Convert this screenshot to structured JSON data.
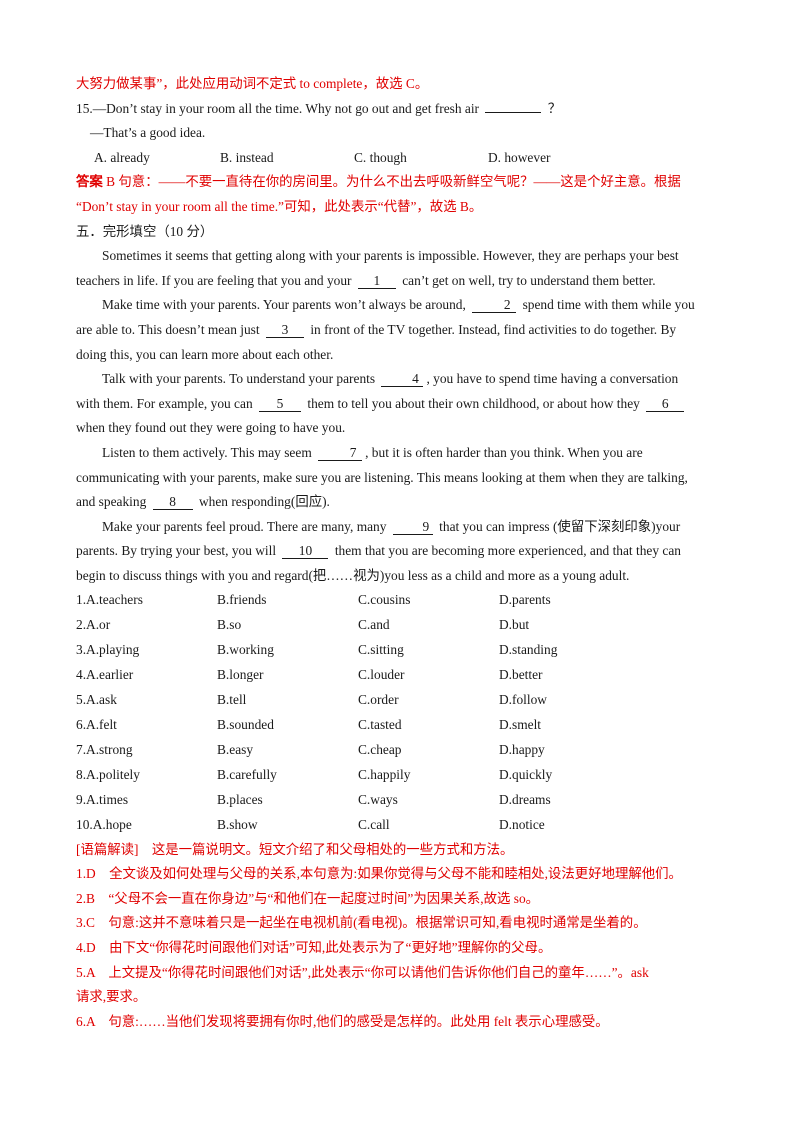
{
  "top_explanation": "大努力做某事”，此处应用动词不定式 to complete，故选 C。",
  "q15": {
    "question_a": "15.—Don’t stay in your room all the time. Why not go out and get fresh air",
    "question_b": "？",
    "reply": "—That’s a good idea.",
    "options": [
      "A. already",
      "B. instead",
      "C. though",
      "D. however"
    ],
    "answer_label": "答案",
    "answer_text": " B  句意：——不要一直待在你的房间里。为什么不出去呼吸新鲜空气呢？——这是个好主意。根据",
    "answer_text2": "“Don’t stay in your room all the time.”可知，此处表示“代替”，故选 B。"
  },
  "section_title": "五．完形填空（10 分）",
  "passage": {
    "p1a": "Sometimes it seems that getting along with your parents is impossible. However, they are perhaps your best",
    "p1b_pre": "teachers in life. If you are feeling that you and your",
    "p1b_post": "can’t get on well, try to understand them better.",
    "p2a_pre": "Make time with your parents. Your parents won’t always be around,",
    "p2a_post": "spend time with them while you",
    "p2b_pre": "are able to. This doesn’t mean just",
    "p2b_post": "in front of the TV together. Instead, find activities to do together. By",
    "p2c": "doing this, you can learn more about each other.",
    "p3a_pre": "Talk with your parents. To understand your parents",
    "p3a_post": ", you have to spend time having a conversation",
    "p3b_pre": "with them. For example, you can",
    "p3b_mid": "them to tell you about their own childhood, or about how they",
    "p3c": "when they found out they were going to have you.",
    "p4a_pre": "Listen to them actively. This may seem",
    "p4a_post": ", but it is often harder than you think. When you are",
    "p4b": "communicating with your parents, make sure you are listening. This means looking at them when they are talking,",
    "p4c_pre": "and speaking",
    "p4c_post": "when responding(回应).",
    "p5a_pre": "Make your parents feel proud. There are many, many",
    "p5a_post": "that you can impress (使留下深刻印象)your",
    "p5b_pre": "parents. By trying your best, you will",
    "p5b_post": "them that you are becoming more experienced, and that they can",
    "p5c": "begin to discuss things with you and regard(把……视为)you less as a child and more as a young adult.",
    "blanks": [
      "1",
      "2",
      "3",
      "4",
      "5",
      "6",
      "7",
      "8",
      "9",
      "10"
    ]
  },
  "choices": [
    [
      "1.A.teachers",
      "B.friends",
      "C.cousins",
      "D.parents"
    ],
    [
      "2.A.or",
      "B.so",
      "C.and",
      "D.but"
    ],
    [
      "3.A.playing",
      "B.working",
      "C.sitting",
      "D.standing"
    ],
    [
      "4.A.earlier",
      "B.longer",
      "C.louder",
      "D.better"
    ],
    [
      "5.A.ask",
      "B.tell",
      "C.order",
      "D.follow"
    ],
    [
      "6.A.felt",
      "B.sounded",
      "C.tasted",
      "D.smelt"
    ],
    [
      "7.A.strong",
      "B.easy",
      "C.cheap",
      "D.happy"
    ],
    [
      "8.A.politely",
      "B.carefully",
      "C.happily",
      "D.quickly"
    ],
    [
      "9.A.times",
      "B.places",
      "C.ways",
      "D.dreams"
    ],
    [
      "10.A.hope",
      "B.show",
      "C.call",
      "D.notice"
    ]
  ],
  "analysis": {
    "intro": "[语篇解读]　这是一篇说明文。短文介绍了和父母相处的一些方式和方法。",
    "a1": "1.D　全文谈及如何处理与父母的关系,本句意为:如果你觉得与父母不能和睦相处,设法更好地理解他们。",
    "a2": "2.B　“父母不会一直在你身边”与“和他们在一起度过时间”为因果关系,故选 so。",
    "a3": "3.C　句意:这并不意味着只是一起坐在电视机前(看电视)。根据常识可知,看电视时通常是坐着的。",
    "a4": "4.D　由下文“你得花时间跟他们对话”可知,此处表示为了“更好地”理解你的父母。",
    "a5a": "5.A　上文提及“你得花时间跟他们对话”,此处表示“你可以请他们告诉你他们自己的童年……”。ask",
    "a5b": "请求,要求。",
    "a6": "6.A　句意:……当他们发现将要拥有你时,他们的感受是怎样的。此处用 felt 表示心理感受。"
  },
  "colors": {
    "answer_red": "#e00000",
    "text": "#1a1a1a"
  }
}
